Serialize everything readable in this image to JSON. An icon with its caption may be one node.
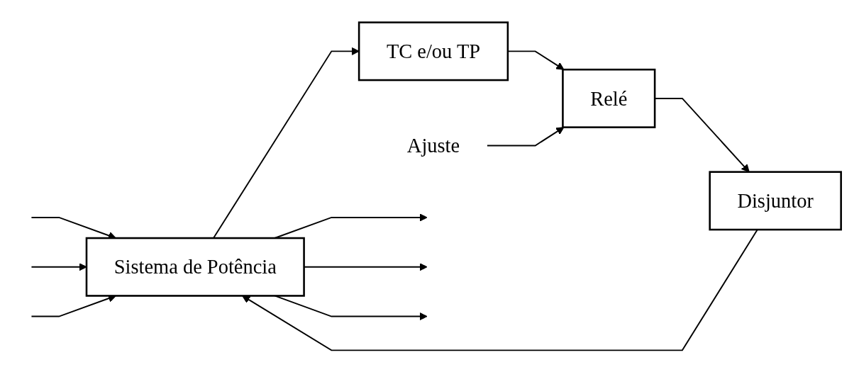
{
  "diagram": {
    "nodes": [
      {
        "text": [
          "Sistema de Potência"
        ]
      },
      {
        "text": [
          "TC e/ou TP"
        ]
      },
      {
        "text": [
          "Relé"
        ]
      },
      {
        "text": [
          "Disjuntor"
        ]
      },
      {
        "text": [
          "Ajuste"
        ]
      }
    ],
    "edges": [
      {
        "from": null,
        "to": 0,
        "arrow": "to"
      },
      {
        "from": 0,
        "to": null,
        "arrow": "to"
      },
      {
        "from": 0,
        "to": null,
        "arrow": "to"
      },
      {
        "from": null,
        "to": 0,
        "arrow": "to"
      },
      {
        "from": 0,
        "to": 1,
        "arrow": "to"
      },
      {
        "from": 1,
        "to": 2,
        "arrow": "to"
      },
      {
        "from": 4,
        "to": 2,
        "arrow": "to"
      },
      {
        "from": 2,
        "to": 3,
        "arrow": "to"
      },
      {
        "from": 3,
        "to": 0,
        "arrow": "to"
      },
      {
        "from": null,
        "to": 0,
        "arrow": "to"
      },
      {
        "from": 0,
        "to": null,
        "arrow": "to"
      }
    ]
  }
}
